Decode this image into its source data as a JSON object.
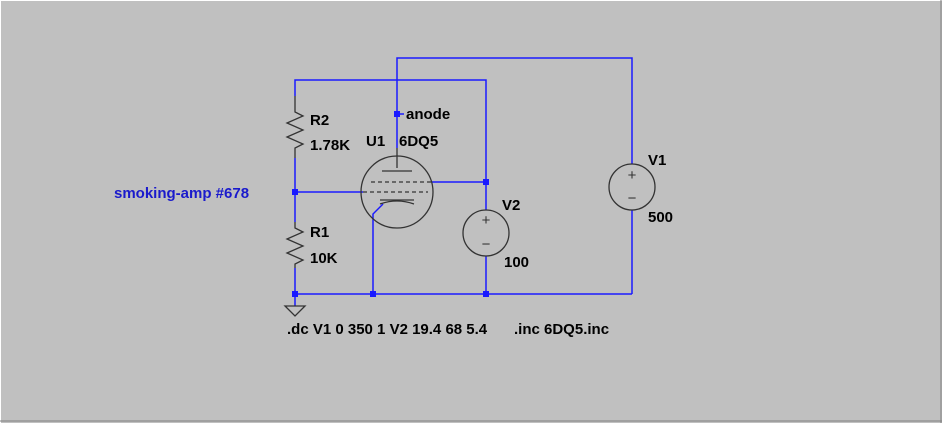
{
  "canvas": {
    "background": "#c0c0c0",
    "wire_color": "#1a1aff",
    "body_color": "#333333"
  },
  "net_label": "smoking-amp #678",
  "components": {
    "r2": {
      "name": "R2",
      "value": "1.78K"
    },
    "r1": {
      "name": "R1",
      "value": "10K"
    },
    "u1": {
      "name": "U1",
      "model": "6DQ5"
    },
    "v1": {
      "name": "V1",
      "value": "500"
    },
    "v2": {
      "name": "V2",
      "value": "100"
    }
  },
  "node_label": "anode",
  "directives": {
    "dc": ".dc V1 0 350 1 V2 19.4 68 5.4",
    "inc": ".inc 6DQ5.inc"
  },
  "source_symbols": {
    "plus": "+",
    "minus": "−"
  }
}
